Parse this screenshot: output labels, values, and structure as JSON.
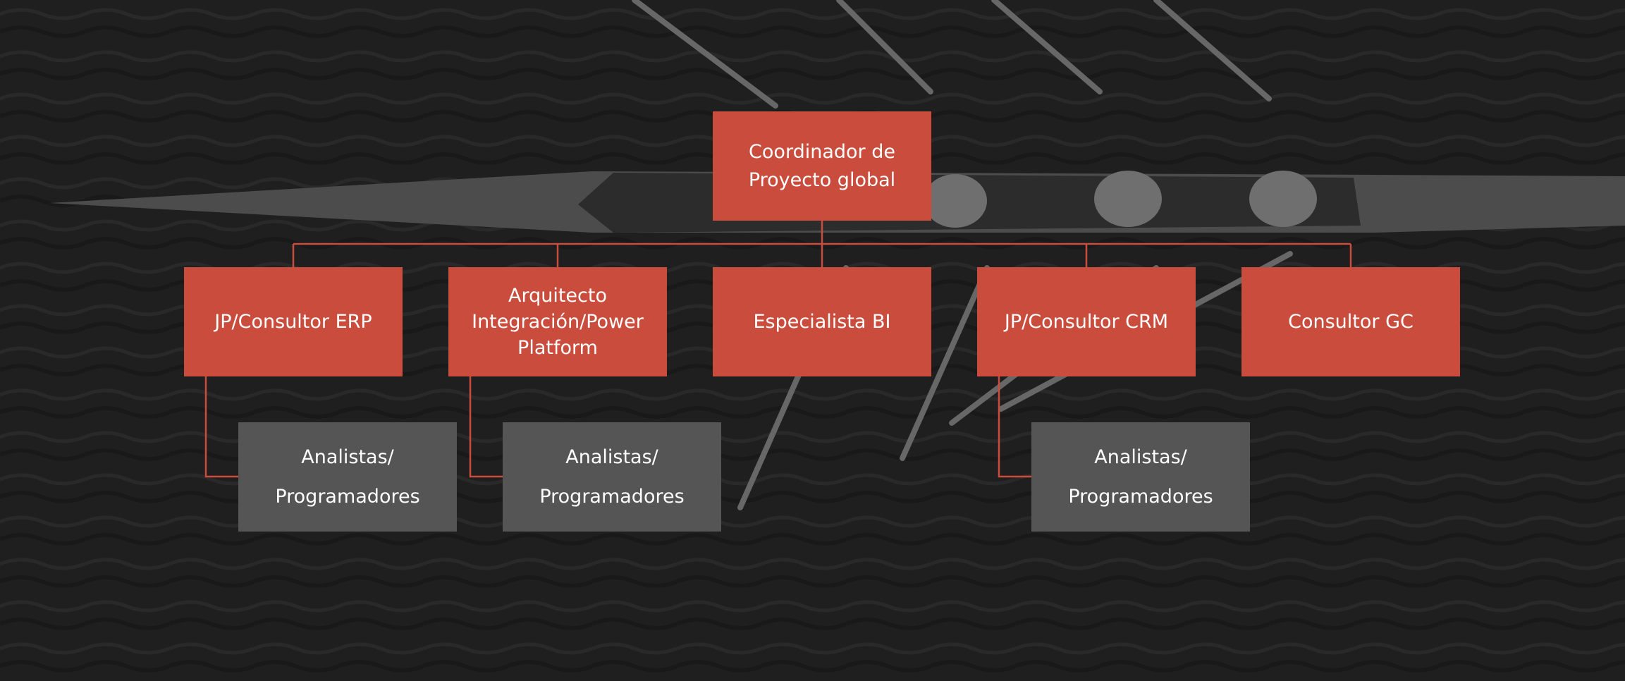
{
  "colors": {
    "role_box": "#c94c3c",
    "sub_box": "#555555",
    "connector": "#c94c3c",
    "background": "#2b2b2b"
  },
  "org": {
    "root": "Coordinador de\nProyecto global",
    "roles": [
      {
        "label": "JP/Consultor  ERP",
        "subordinate": "Analistas/\nProgramadores"
      },
      {
        "label": "Arquitecto\nIntegración/Power\nPlatform",
        "subordinate": "Analistas/\nProgramadores"
      },
      {
        "label": "Especialista BI"
      },
      {
        "label": "JP/Consultor CRM",
        "subordinate": "Analistas/\nProgramadores"
      },
      {
        "label": "Consultor GC"
      }
    ]
  }
}
